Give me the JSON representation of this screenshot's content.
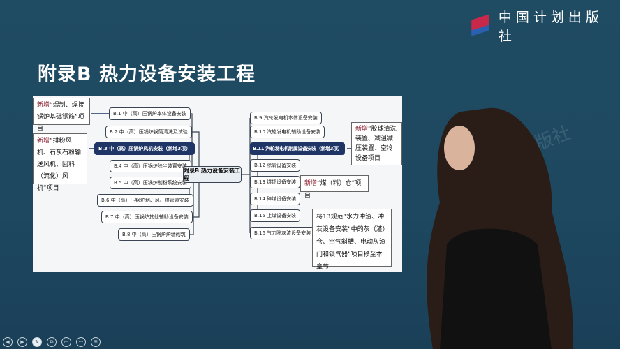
{
  "logo": {
    "text": "中国计划出版社"
  },
  "slide_title": "附录B  热力设备安装工程",
  "watermark": "出版社",
  "center": "附录B 热力设备安装工程",
  "left_nodes": [
    "B.1 中（高）压锅炉本体设备安装",
    "B.2 中（高）压锅炉锅筒清洗及试验",
    "B.3 中（高）压锅炉风机安装（新增3项）",
    "B.4 中（高）压锅炉除尘装置安装",
    "B.5 中（高）压锅炉制粉系统安装",
    "B.6 中（高）压锅炉烟、风、煤管道安装",
    "B.7 中（高）压锅炉其他辅助设备安装",
    "B.8 中（高）压锅炉炉墙砌筑"
  ],
  "right_nodes": [
    "B.9 汽轮发电机本体设备安装",
    "B.10 汽轮发电机辅助设备安装",
    "B.11 汽轮发电机附属设备安装（新增3项）",
    "B.12 除氧设备安装",
    "B.13 煤场设备安装",
    "B.14 碎煤设备安装",
    "B.15 上煤设备安装",
    "B.16 气力除灰渣设备安装"
  ],
  "notes": {
    "n1": {
      "tag": "新增",
      "text": "“煨制、焊接锅炉基础钢筋”项目"
    },
    "n2": {
      "tag": "新增",
      "text": "“排粉风机、石灰石粉输送风机、回料（流化）风机”项目"
    },
    "n3": {
      "tag": "新增",
      "text": "“胶球清洗装置、减温减压装置、空冷设备项目"
    },
    "n4": {
      "tag": "新增",
      "text": "“煤（料）仓”项目"
    },
    "n5": {
      "text": "将13规范“水力冲渣、冲灰设备安装”中的灰（渣）仓、空气斜槽、电动灰渣门和锁气器”项目移至本章节"
    }
  },
  "toolbar": [
    "◀",
    "▶",
    "✎",
    "⧉",
    "▭",
    "···",
    "⊞"
  ]
}
